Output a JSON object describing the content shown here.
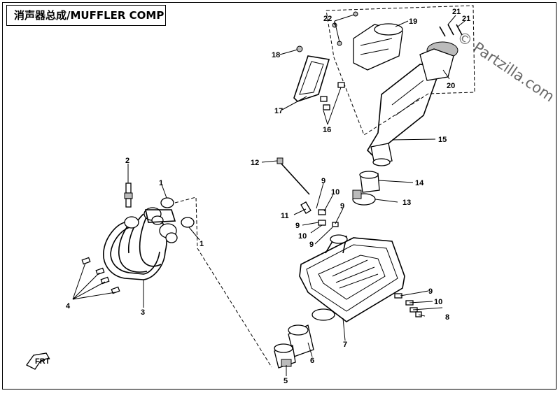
{
  "title": "消声器总成/MUFFLER COMP",
  "watermark": "© Partzilla.com",
  "front_arrow_label": "FRT",
  "callouts": [
    "1",
    "1",
    "2",
    "3",
    "4",
    "5",
    "6",
    "7",
    "8",
    "9",
    "9",
    "9",
    "9",
    "9",
    "10",
    "10",
    "10",
    "11",
    "12",
    "13",
    "14",
    "15",
    "16",
    "17",
    "18",
    "19",
    "20",
    "21",
    "21",
    "22"
  ]
}
